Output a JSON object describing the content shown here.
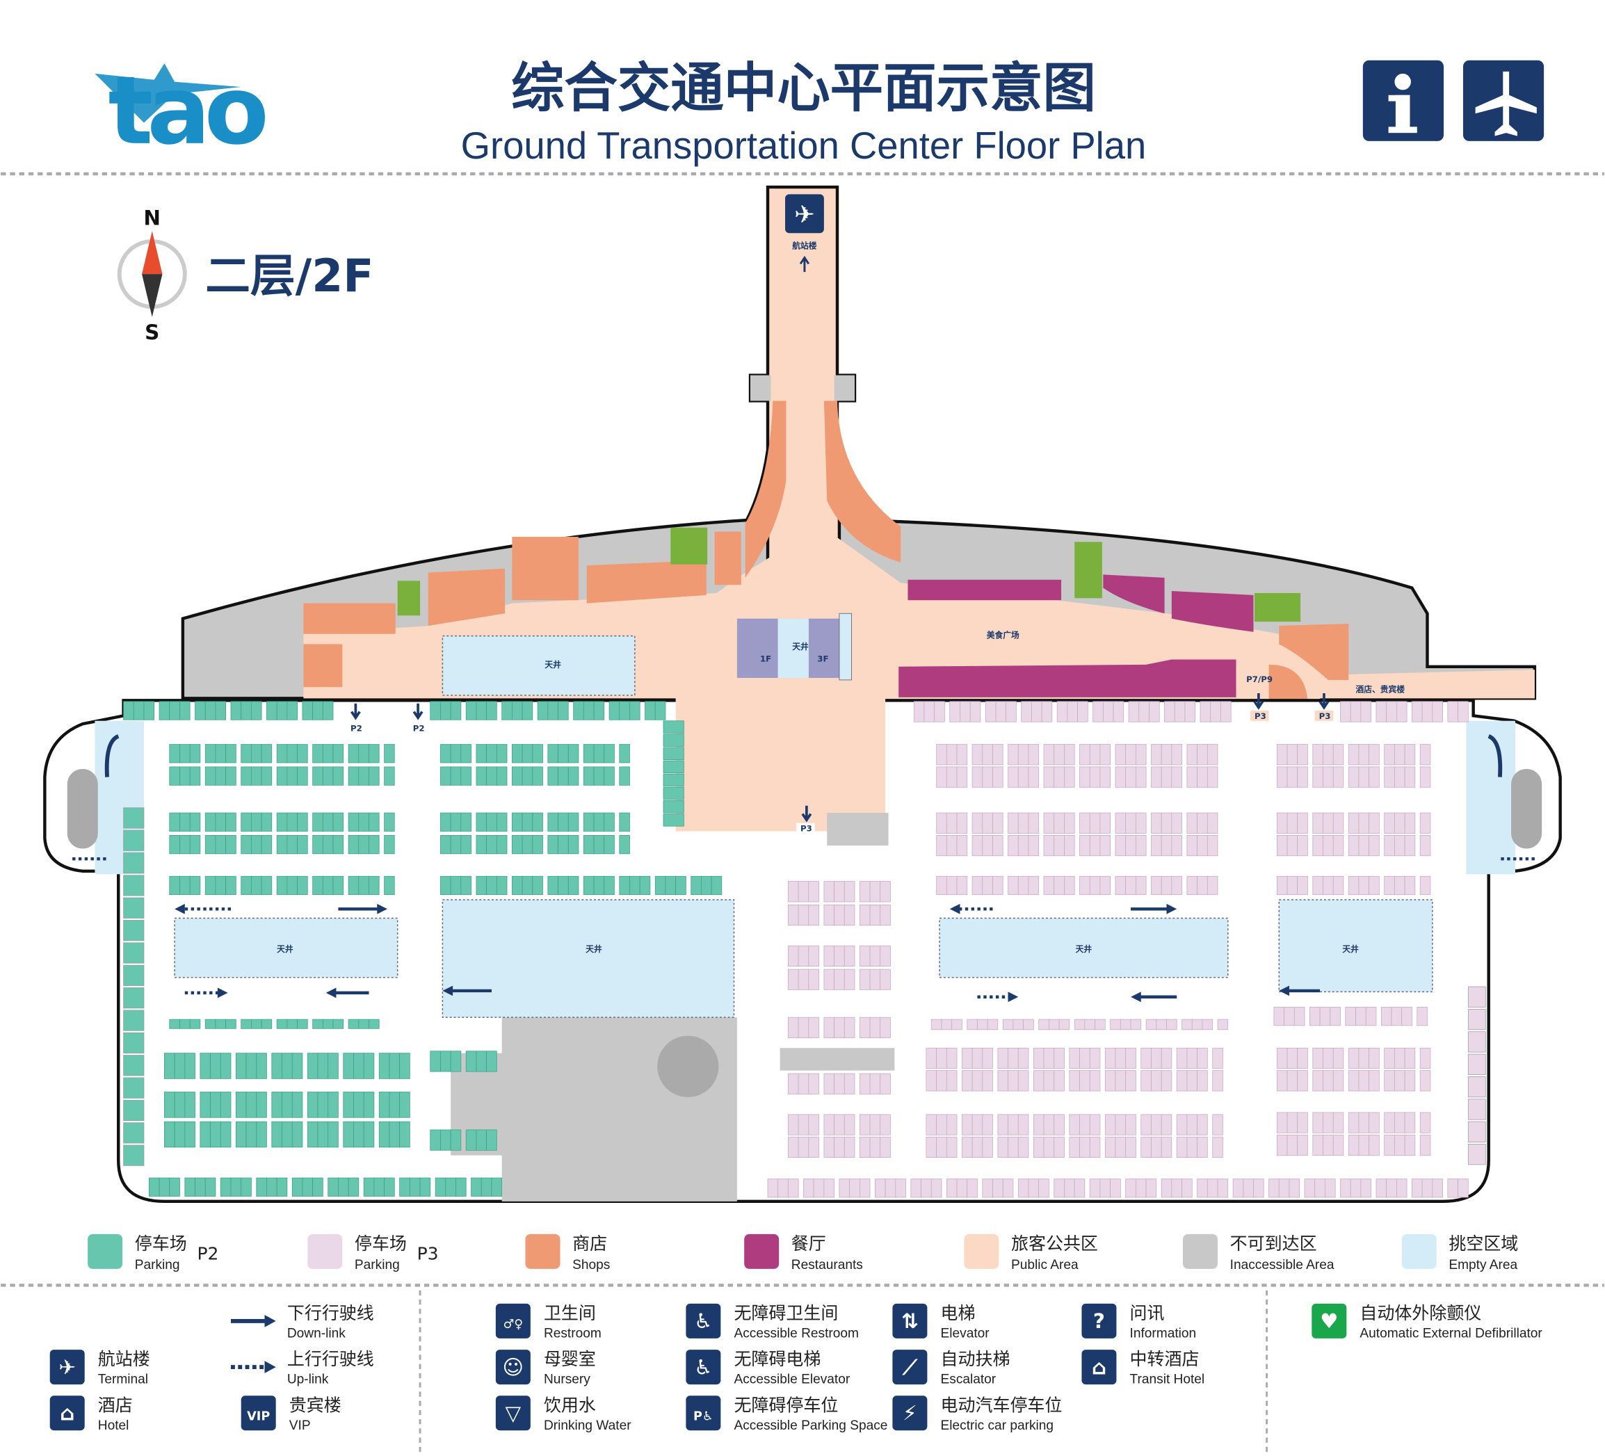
{
  "header": {
    "logo_text": "tao",
    "title_cn": "综合交通中心平面示意图",
    "title_en": "Ground Transportation Center Floor Plan",
    "icons": [
      "information-icon",
      "airplane-icon"
    ]
  },
  "compass": {
    "north": "N",
    "south": "S"
  },
  "floor_label": "二层/2F",
  "map": {
    "terminal_label": "航站楼",
    "food_court_label": "美食广场",
    "atrium_label": "天井",
    "floor_1f": "1F",
    "floor_3f": "3F",
    "p2": "P2",
    "p3": "P3",
    "p7p9": "P7/P9",
    "hotel_vip": "酒店、贵宾楼"
  },
  "colors": {
    "parking_p2": "#66c6ae",
    "parking_p3": "#ead8e8",
    "shops": "#ef9a72",
    "restaurants": "#b03c80",
    "public_area": "#fbd9c4",
    "inaccessible": "#c8c8c8",
    "empty_area": "#d4ebf8",
    "restroom_green": "#7ab03c",
    "navy": "#1b3a6b",
    "brand": "#1a8fc7"
  },
  "area_legend": [
    {
      "cn": "停车场",
      "en": "Parking",
      "tag": "P2",
      "color": "#66c6ae"
    },
    {
      "cn": "停车场",
      "en": "Parking",
      "tag": "P3",
      "color": "#ead8e8"
    },
    {
      "cn": "商店",
      "en": "Shops",
      "tag": "",
      "color": "#ef9a72"
    },
    {
      "cn": "餐厅",
      "en": "Restaurants",
      "tag": "",
      "color": "#b03c80"
    },
    {
      "cn": "旅客公共区",
      "en": "Public Area",
      "tag": "",
      "color": "#fbd9c4"
    },
    {
      "cn": "不可到达区",
      "en": "Inaccessible Area",
      "tag": "",
      "color": "#c8c8c8"
    },
    {
      "cn": "挑空区域",
      "en": "Empty Area",
      "tag": "",
      "color": "#d4ebf8"
    }
  ],
  "icon_legend": [
    {
      "cn": "航站楼",
      "en": "Terminal",
      "icon": "airplane-icon"
    },
    {
      "cn": "酒店",
      "en": "Hotel",
      "icon": "hotel-icon"
    },
    {
      "cn": "下行行驶线",
      "en": "Down-link",
      "icon": "solid-arrow-icon"
    },
    {
      "cn": "上行行驶线",
      "en": "Up-link",
      "icon": "dotted-arrow-icon"
    },
    {
      "cn": "贵宾楼",
      "en": "VIP",
      "icon": "vip-icon",
      "glyph": "VIP"
    },
    {
      "cn": "卫生间",
      "en": "Restroom",
      "icon": "restroom-icon"
    },
    {
      "cn": "母婴室",
      "en": "Nursery",
      "icon": "nursery-icon"
    },
    {
      "cn": "饮用水",
      "en": "Drinking Water",
      "icon": "drinking-water-icon"
    },
    {
      "cn": "无障碍卫生间",
      "en": "Accessible Restroom",
      "icon": "accessible-restroom-icon"
    },
    {
      "cn": "无障碍电梯",
      "en": "Accessible Elevator",
      "icon": "accessible-elevator-icon"
    },
    {
      "cn": "无障碍停车位",
      "en": "Accessible Parking Space",
      "icon": "accessible-parking-icon"
    },
    {
      "cn": "电梯",
      "en": "Elevator",
      "icon": "elevator-icon"
    },
    {
      "cn": "自动扶梯",
      "en": "Escalator",
      "icon": "escalator-icon"
    },
    {
      "cn": "电动汽车停车位",
      "en": "Electric car parking",
      "icon": "ev-parking-icon"
    },
    {
      "cn": "问讯",
      "en": "Information",
      "icon": "information-icon"
    },
    {
      "cn": "中转酒店",
      "en": "Transit Hotel",
      "icon": "transit-hotel-icon"
    },
    {
      "cn": "自动体外除颤仪",
      "en": "Automatic External Defibrillator",
      "icon": "aed-icon"
    }
  ]
}
